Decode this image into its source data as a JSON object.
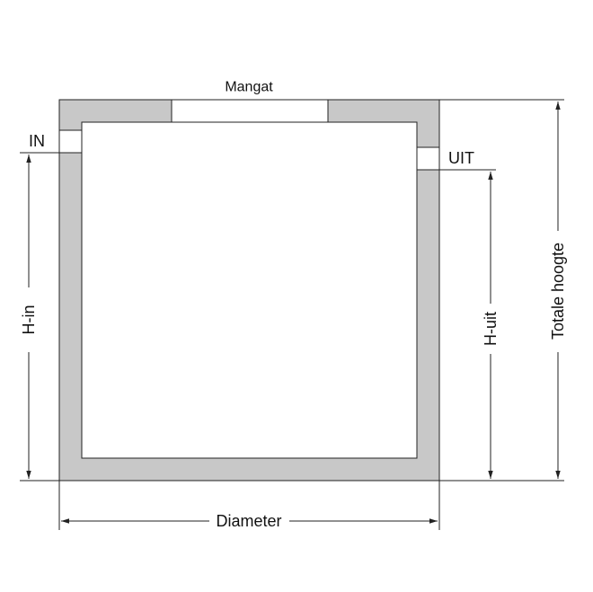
{
  "diagram": {
    "labels": {
      "manhole": "Mangat",
      "inlet": "IN",
      "outlet": "UIT",
      "inlet_height": "H-in",
      "outlet_height": "H-uit",
      "total_height": "Totale hoogte",
      "diameter": "Diameter"
    },
    "colors": {
      "wall": "#c8c8c8",
      "line": "#222222",
      "background": "#ffffff"
    }
  }
}
